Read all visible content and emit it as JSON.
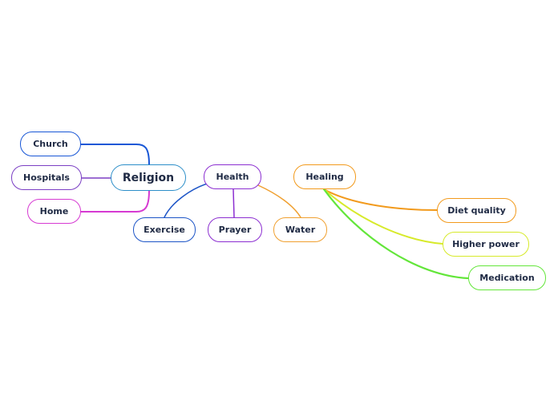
{
  "map": {
    "nodes": [
      {
        "id": "religion",
        "label": "Religion",
        "color": "#2d8fc9"
      },
      {
        "id": "church",
        "label": "Church",
        "color": "#1957d6"
      },
      {
        "id": "hospitals",
        "label": "Hospitals",
        "color": "#7b3fc4"
      },
      {
        "id": "home",
        "label": "Home",
        "color": "#d63ad2"
      },
      {
        "id": "health",
        "label": "Health",
        "color": "#8c2fd1"
      },
      {
        "id": "exercise",
        "label": "Exercise",
        "color": "#1d55c7"
      },
      {
        "id": "prayer",
        "label": "Prayer",
        "color": "#8c2fd1"
      },
      {
        "id": "water",
        "label": "Water",
        "color": "#f0a030"
      },
      {
        "id": "healing",
        "label": "Healing",
        "color": "#f29a1c"
      },
      {
        "id": "diet",
        "label": "Diet quality",
        "color": "#f29a1c"
      },
      {
        "id": "higher",
        "label": "Higher power",
        "color": "#d7ea2a"
      },
      {
        "id": "medication",
        "label": "Medication",
        "color": "#63e63a"
      }
    ],
    "connectors": [
      {
        "from": "religion",
        "to": "church",
        "color": "#1957d6"
      },
      {
        "from": "religion",
        "to": "hospitals",
        "color": "#7b3fc4"
      },
      {
        "from": "religion",
        "to": "home",
        "color": "#d63ad2"
      },
      {
        "from": "health",
        "to": "exercise",
        "color": "#1d55c7"
      },
      {
        "from": "health",
        "to": "prayer",
        "color": "#8c2fd1"
      },
      {
        "from": "health",
        "to": "water",
        "color": "#f0a030"
      },
      {
        "from": "healing",
        "to": "diet",
        "color": "#f29a1c"
      },
      {
        "from": "healing",
        "to": "higher",
        "color": "#d7ea2a"
      },
      {
        "from": "healing",
        "to": "medication",
        "color": "#63e63a"
      }
    ]
  }
}
